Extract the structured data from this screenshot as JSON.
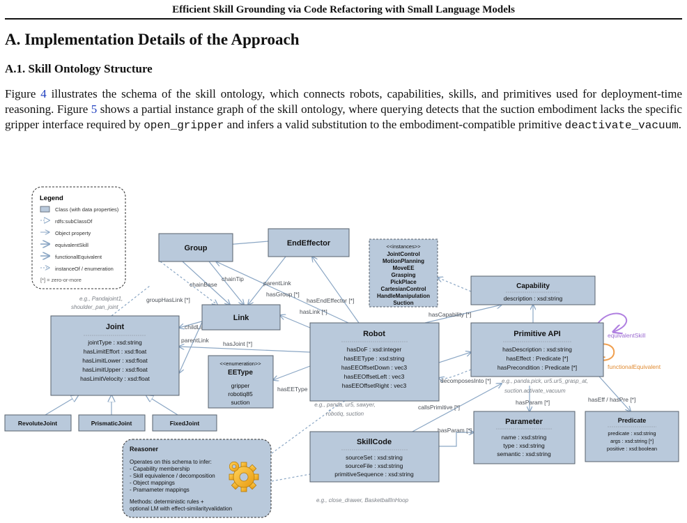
{
  "running_head": "Efficient Skill Grounding via Code Refactoring with Small Language Models",
  "section_title": "A. Implementation Details of the Approach",
  "subsection_title": "A.1. Skill Ontology Structure",
  "paragraph": {
    "p1": "Figure ",
    "ref1": "4",
    "p2": " illustrates the schema of the skill ontology, which connects robots, capabilities, skills, and primitives used for deployment-time reasoning. Figure ",
    "ref2": "5",
    "p3": " shows a partial instance graph of the skill ontology, where querying detects that the suction embodiment lacks the specific gripper interface required by ",
    "code1": "open_gripper",
    "p4": " and infers a valid substitution to the embodiment-compatible primitive ",
    "code2": "deactivate_vacuum",
    "p5": "."
  },
  "diagram": {
    "legend": {
      "title": "Legend",
      "items": [
        "Class (with data properties)",
        "rdfs:subClassOf",
        "Object property",
        "equivalentSkill",
        "functionalEquivalent",
        "instanceOf / enumeration"
      ],
      "footnote": "[*] = zero-or-more"
    },
    "group": {
      "title": "Group"
    },
    "end_effector": {
      "title": "EndEffector"
    },
    "link": {
      "title": "Link"
    },
    "instances": {
      "stereotype": "<<instances>>",
      "items": [
        "JointControl",
        "MotionPlanning",
        "MoveEE",
        "Grasping",
        "PickPlace",
        "CartesianControl",
        "HandleManipulation",
        "Suction"
      ]
    },
    "capability": {
      "title": "Capability",
      "props": [
        "description : xsd:string"
      ]
    },
    "joint": {
      "title": "Joint",
      "props": [
        "jointType : xsd:string",
        "hasLimitEffort : xsd:float",
        "hasLimitLower : xsd:float",
        "hasLimitUpper : xsd:float",
        "hasLimitVelocity : xsd:float"
      ]
    },
    "robot": {
      "title": "Robot",
      "props": [
        "hasDoF : xsd:integer",
        "hasEEType : xsd:string",
        "hasEEOffsetDown : vec3",
        "hasEEOffsetLeft : vec3",
        "hasEEOffsetRight : vec3"
      ]
    },
    "ee_type": {
      "stereotype": "<<enumeration>>",
      "title": "EEType",
      "values": [
        "gripper",
        "robotiq85",
        "suction"
      ]
    },
    "primitive_api": {
      "title": "Primitive API",
      "props": [
        "hasDescription : xsd:string",
        "hasEffect : Predicate [*]",
        "hasPrecondition : Predicate [*]"
      ]
    },
    "revolute_joint": {
      "title": "RevoluteJoint"
    },
    "prismatic_joint": {
      "title": "PrismaticJoint"
    },
    "fixed_joint": {
      "title": "FixedJoint"
    },
    "parameter": {
      "title": "Parameter",
      "props": [
        "name : xsd:string",
        "type : xsd:string",
        "semantic : xsd:string"
      ]
    },
    "predicate": {
      "title": "Predicate",
      "props": [
        "predicate : xsd:string",
        "args : xsd:string [*]",
        "positive : xsd:boolean"
      ]
    },
    "skill_code": {
      "title": "SkillCode",
      "props": [
        "sourceSet : xsd:string",
        "sourceFile : xsd:string",
        "primitiveSequence : xsd:string"
      ]
    },
    "reasoner": {
      "title": "Reasoner",
      "lines": [
        "Operates on this schema to infer:",
        "- Capability membership",
        "- Skill equivalence / decomposition",
        "- Object mappings",
        "- Pramameter mappings",
        "",
        "Methods: deterministic rules +",
        "optional LM with effect-similarityvalidation"
      ]
    },
    "edges": {
      "chain_base": "chainBase",
      "chain_tip": "chainTip",
      "group_has_link": "groupHasLink [*]",
      "parent_link_top": "parentLink",
      "has_group": "hasGroup [*]",
      "has_end_effector": "hasEndEffector [*]",
      "has_link": "hasLink [*]",
      "child_link": "childLink",
      "parent_link": "parentLink",
      "has_joint": "hasJoint [*]",
      "has_capability": "hasCapability [*]",
      "has_ee_type": "hasEEType",
      "decomposes_into": "decomposesInto [*]",
      "calls_primitive": "callsPrimitive [*]",
      "has_param": "hasParam [*]",
      "has_param_2": "hasParam [*]",
      "has_eff_pre": "hasEff / hasPre [*]",
      "equivalent_skill": "equivalentSkill",
      "functional_equivalent": "functionalEquivalent"
    },
    "notes": {
      "joint_example_1": "e.g., Pandajoint1,",
      "joint_example_2": "shoulder_pan_joint",
      "robot_example_1": "e.g., panda, ur5, sawyer,",
      "robot_example_2": "robotiq, suction",
      "primitive_example_1": "e.g., panda.pick, ur5.ur5_grasp_at,",
      "primitive_example_2": "suction.activate_vacuum",
      "skill_example": "e.g., close_drawer, BasketballInHoop"
    },
    "colors": {
      "box_fill": "#b9c9db",
      "box_stroke": "#56606b",
      "edge": "#8aa6c4",
      "equivalent_skill": "#b080e0",
      "functional_equivalent": "#f0a050",
      "gear": "#f2b01c"
    }
  }
}
